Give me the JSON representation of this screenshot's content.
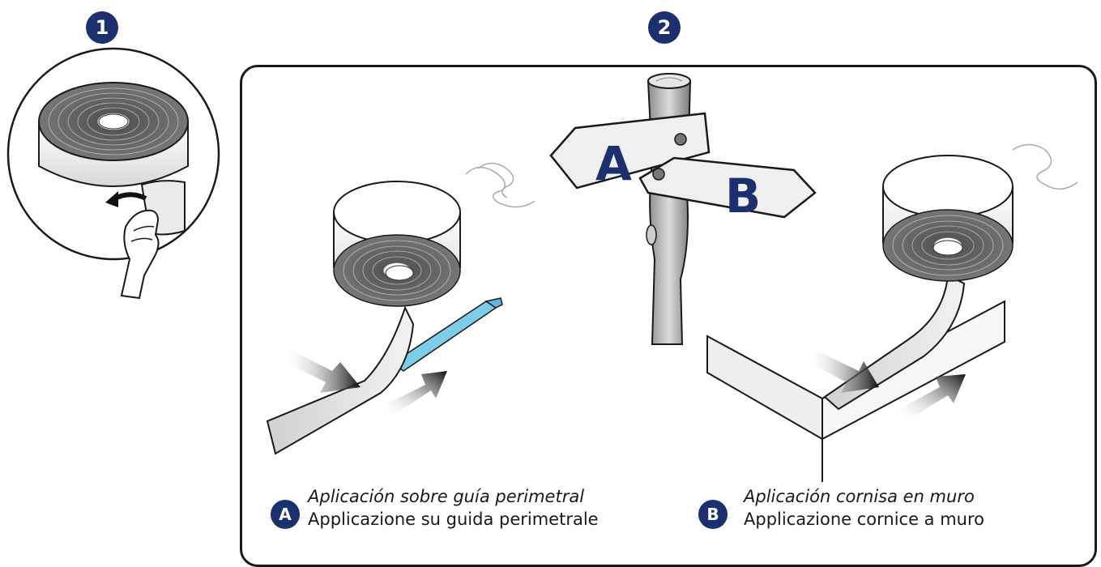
{
  "steps": {
    "step1": "1",
    "step2": "2"
  },
  "signpost": {
    "left_sign": "A",
    "right_sign": "B"
  },
  "options": [
    {
      "badge": "A",
      "title_es": "Aplicación sobre guía perimetral",
      "title_it": "Applicazione su guida perimetrale"
    },
    {
      "badge": "B",
      "title_es": "Aplicación cornisa en muro",
      "title_it": "Applicazione cornice a muro"
    }
  ],
  "colors": {
    "badge_navy": "#1c2f6e",
    "guide_blue": "#7dcdea",
    "outline": "#1a1a1a"
  }
}
